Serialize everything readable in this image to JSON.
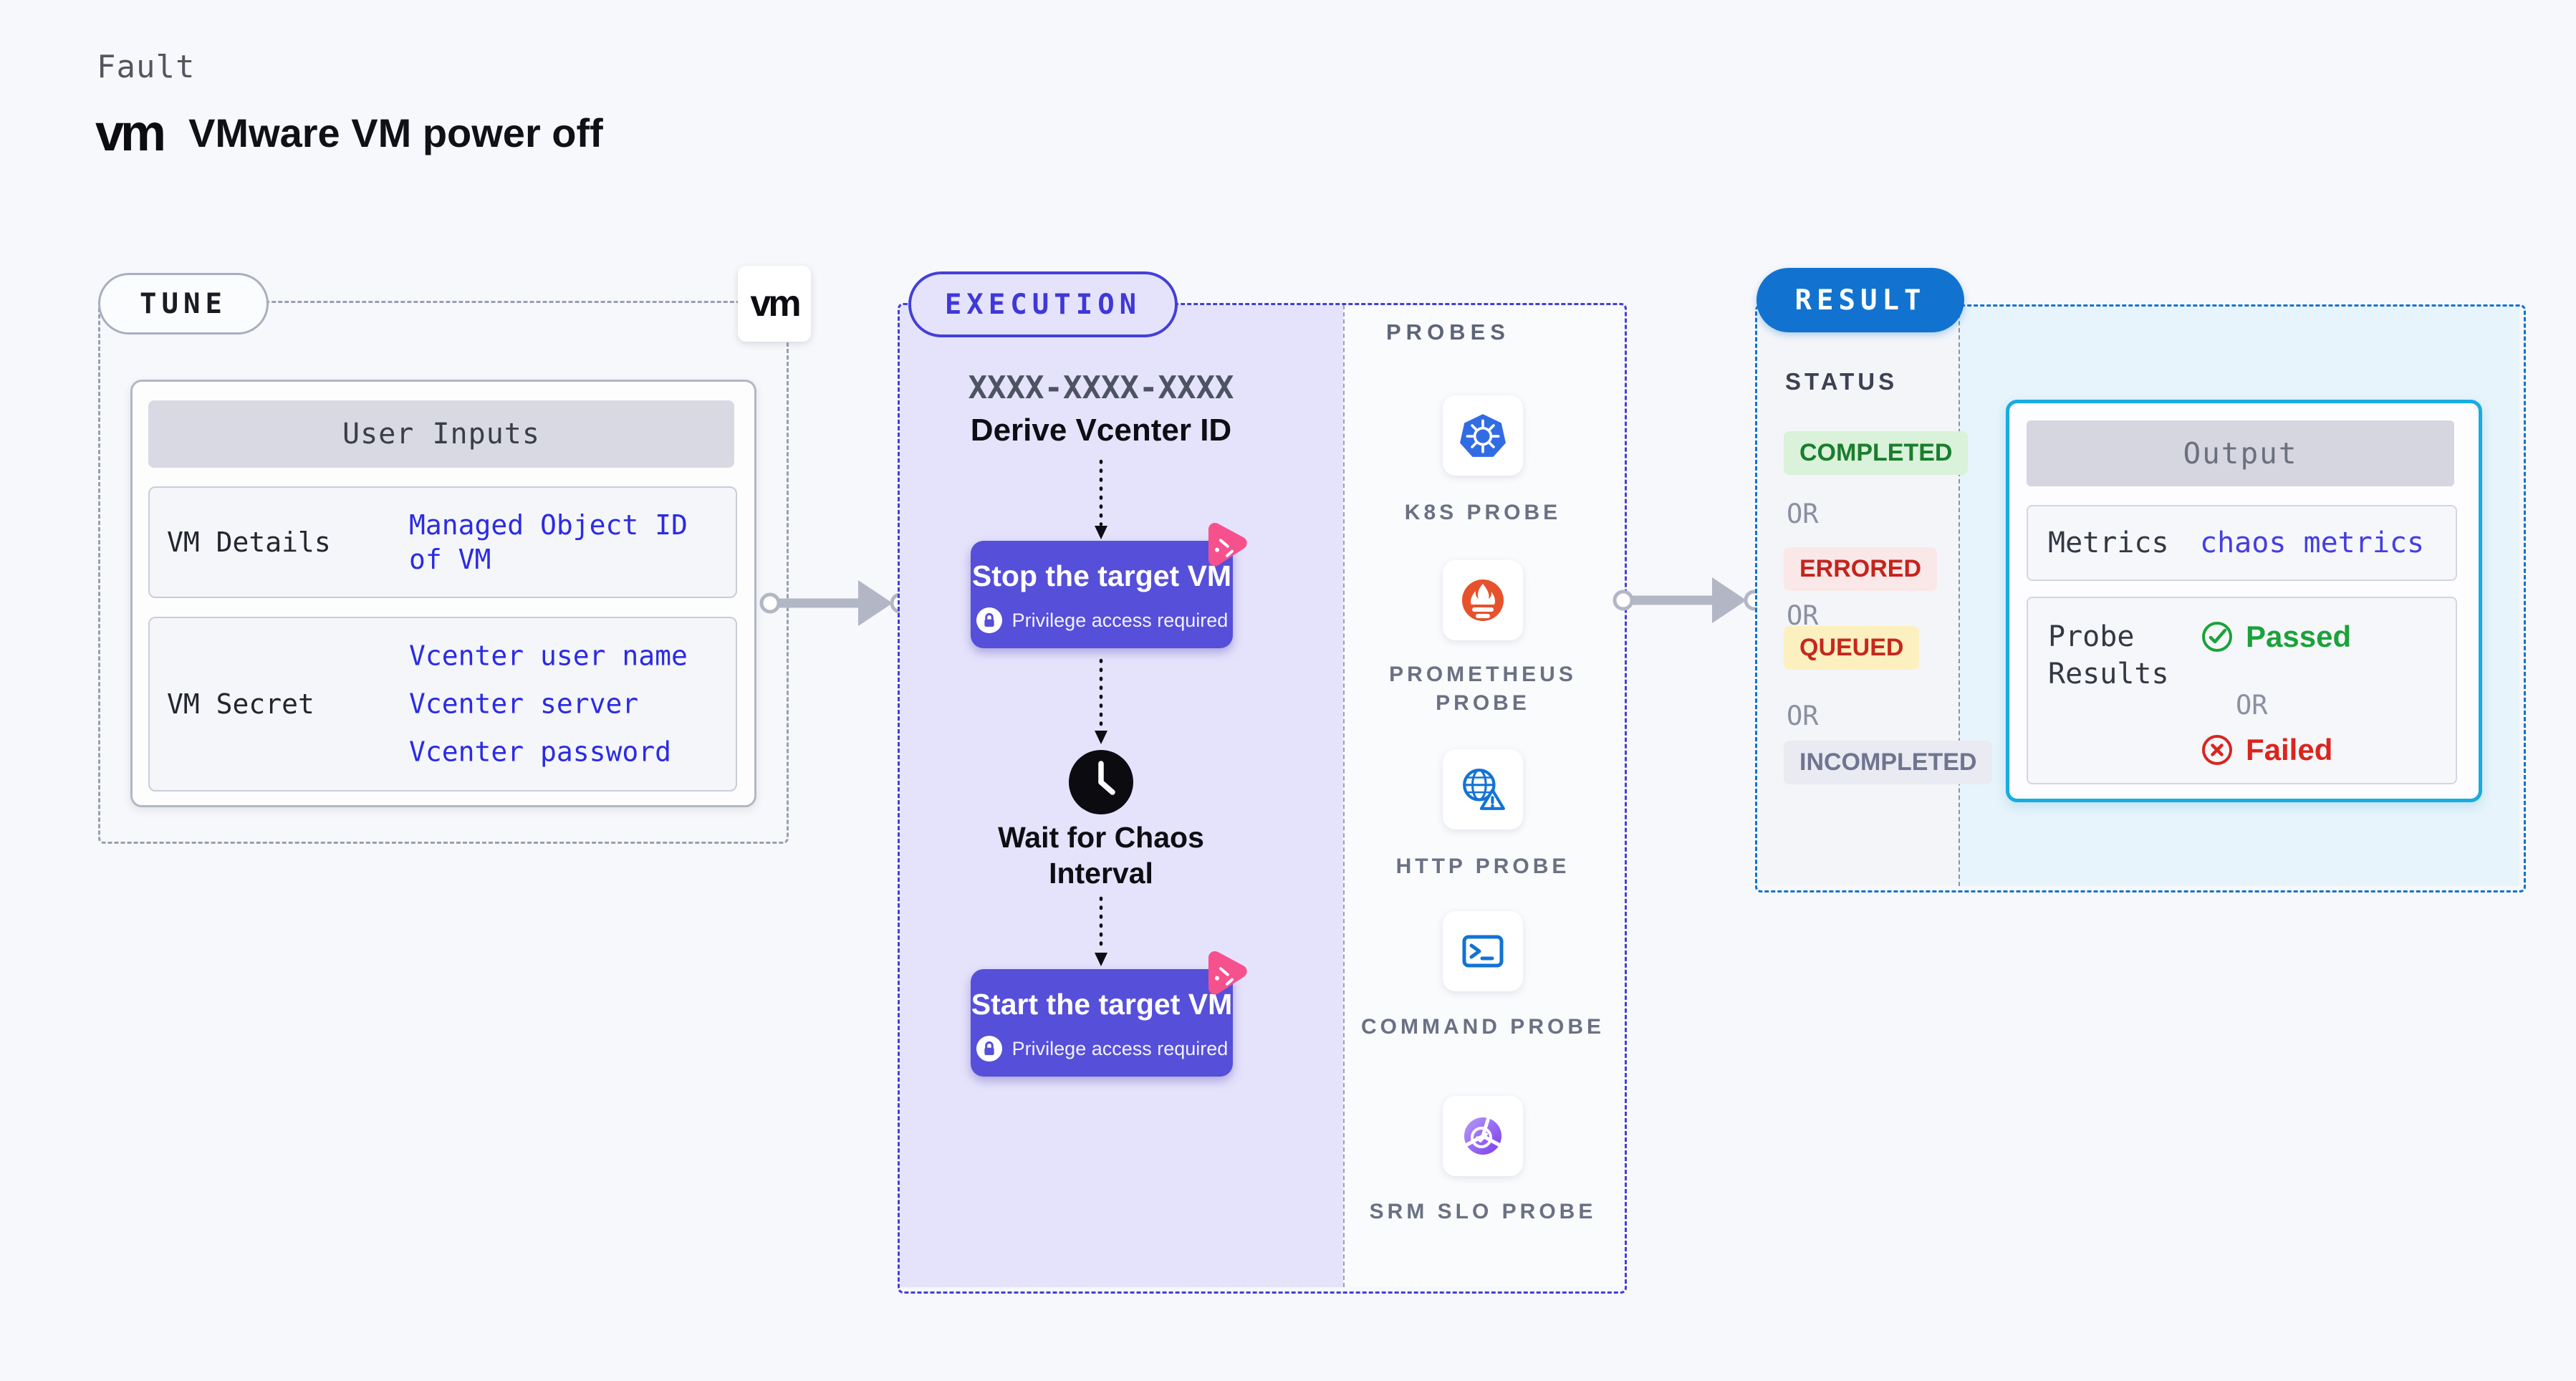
{
  "header": {
    "kicker": "Fault",
    "logo_text": "vm",
    "title": "VMware VM power off"
  },
  "tune": {
    "badge": "TUNE",
    "vm_logo": "vm",
    "user_inputs": {
      "title": "User Inputs",
      "rows": [
        {
          "label": "VM Details",
          "values": [
            "Managed Object ID",
            "of VM"
          ]
        },
        {
          "label": "VM Secret",
          "values": [
            "Vcenter user name",
            "Vcenter server",
            "Vcenter password"
          ]
        }
      ]
    }
  },
  "execution": {
    "badge": "EXECUTION",
    "derive": {
      "code": "XXXX-XXXX-XXXX",
      "label": "Derive Vcenter ID"
    },
    "stop_button": {
      "label": "Stop the target VM",
      "note": "Privilege access required"
    },
    "wait": {
      "line1": "Wait for Chaos",
      "line2": "Interval"
    },
    "start_button": {
      "label": "Start the target VM",
      "note": "Privilege access required"
    }
  },
  "probes": {
    "title": "PROBES",
    "items": [
      {
        "label": "K8S PROBE",
        "icon": "kubernetes-icon"
      },
      {
        "label": "PROMETHEUS PROBE",
        "icon": "prometheus-icon"
      },
      {
        "label": "HTTP PROBE",
        "icon": "globe-alert-icon"
      },
      {
        "label": "COMMAND PROBE",
        "icon": "terminal-icon"
      },
      {
        "label": "SRM SLO PROBE",
        "icon": "slo-donut-check-icon"
      }
    ]
  },
  "result": {
    "badge": "RESULT",
    "status": {
      "title": "STATUS",
      "separator": "OR",
      "items": [
        {
          "label": "COMPLETED",
          "color": "#1a7d2e",
          "bg": "#d9f2d9"
        },
        {
          "label": "ERRORED",
          "color": "#c4241d",
          "bg": "#fae8e8"
        },
        {
          "label": "QUEUED",
          "color": "#c6281e",
          "bg": "#fdf0c0"
        },
        {
          "label": "INCOMPLETED",
          "color": "#6f7590",
          "bg": "#e9eaf2"
        }
      ]
    },
    "output": {
      "title": "Output",
      "metrics_label": "Metrics",
      "metrics_value": "chaos metrics",
      "probe_results_label": "Probe Results",
      "passed": "Passed",
      "or": "OR",
      "failed": "Failed"
    }
  },
  "colors": {
    "page_bg": "#f7f8fb",
    "execution_accent": "#443fd8",
    "execution_fill": "#e5e3fb",
    "result_accent": "#1173cf",
    "output_border": "#17ace2",
    "result_fill": "#e7f4fb",
    "action_button": "#564fd9",
    "chaos_pink": "#f6508d",
    "value_blue": "#2b2be4",
    "arrow_gray": "#b3b7c5",
    "passed_green": "#1ba23a",
    "failed_red": "#da251d",
    "kubernetes_blue": "#326ce5",
    "prometheus_orange": "#e6522c",
    "http_blue": "#1273d4",
    "srm_purple": "#7c3aed"
  }
}
